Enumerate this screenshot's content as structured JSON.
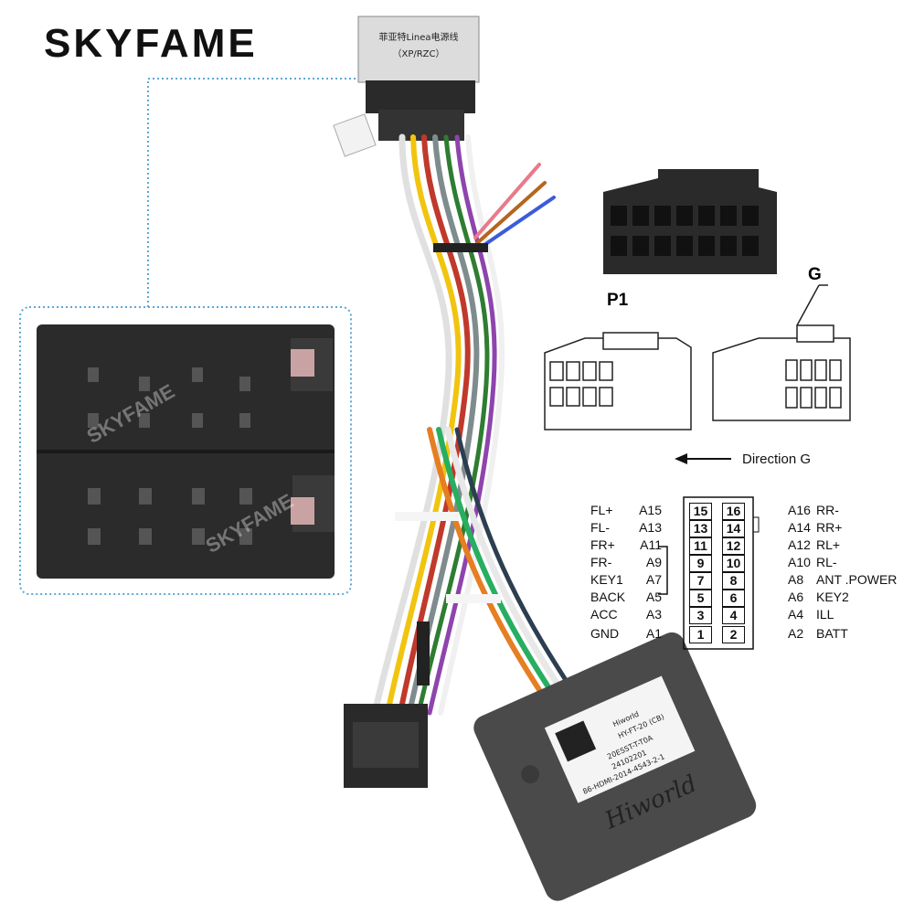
{
  "brand": {
    "logo_text": "SKYFAME",
    "watermark_text": "SKYFAME"
  },
  "top_plug": {
    "line1": "菲亚特Linea电源线",
    "line2": "（XP/RZC）"
  },
  "connector_labels": {
    "p1": "P1",
    "g": "G",
    "direction": "Direction G"
  },
  "pinout": [
    {
      "left_label": "FL+",
      "left_pin": "A15",
      "left_num": "15",
      "right_num": "16",
      "right_pin": "A16",
      "right_label": "RR-"
    },
    {
      "left_label": "FL-",
      "left_pin": "A13",
      "left_num": "13",
      "right_num": "14",
      "right_pin": "A14",
      "right_label": "RR+"
    },
    {
      "left_label": "FR+",
      "left_pin": "A11",
      "left_num": "11",
      "right_num": "12",
      "right_pin": "A12",
      "right_label": "RL+"
    },
    {
      "left_label": "FR-",
      "left_pin": "A9",
      "left_num": "9",
      "right_num": "10",
      "right_pin": "A10",
      "right_label": "RL-"
    },
    {
      "left_label": "KEY1",
      "left_pin": "A7",
      "left_num": "7",
      "right_num": "8",
      "right_pin": "A8",
      "right_label": "ANT .POWER"
    },
    {
      "left_label": "BACK",
      "left_pin": "A5",
      "left_num": "5",
      "right_num": "6",
      "right_pin": "A6",
      "right_label": "KEY2"
    },
    {
      "left_label": "ACC",
      "left_pin": "A3",
      "left_num": "3",
      "right_num": "4",
      "right_pin": "A4",
      "right_label": "ILL"
    },
    {
      "left_label": "GND",
      "left_pin": "A1",
      "left_num": "1",
      "right_num": "2",
      "right_pin": "A2",
      "right_label": "BATT"
    }
  ],
  "decoder_box": {
    "brand": "Hiworld",
    "label_lines": [
      "Hiworld",
      "HY-FT-20 (CB)",
      "20ESST-T-T0A",
      "24102201",
      "86-HDMI-2014-4543-2-1"
    ]
  },
  "colors": {
    "connector_black": "#2a2a2a",
    "box_gray": "#4a4a4a",
    "frame_blue": "#5aa9d6"
  }
}
